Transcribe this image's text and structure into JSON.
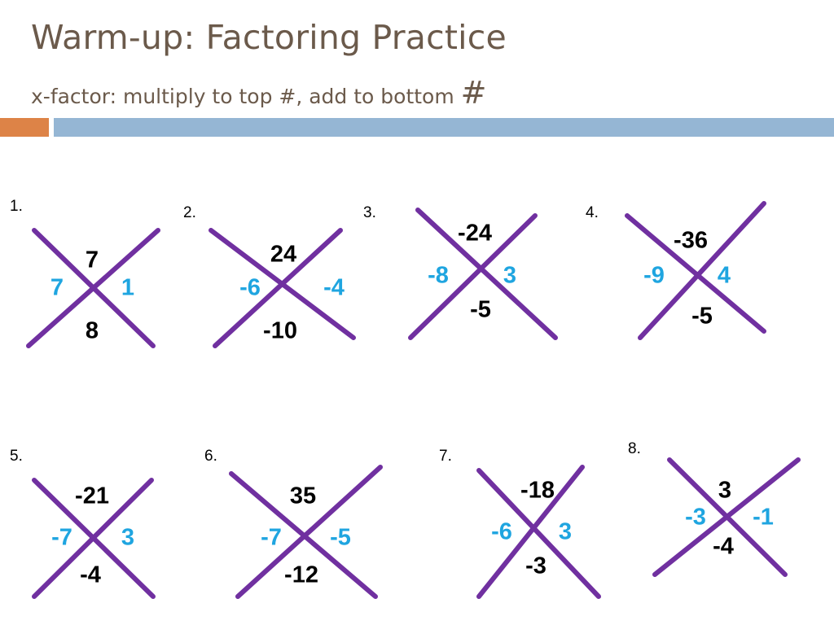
{
  "title": "Warm-up: Factoring Practice",
  "subtitle_text": "x-factor: multiply to top #, add to bottom ",
  "subtitle_hash": "#",
  "colors": {
    "title": "#6b5a4b",
    "accent_orange": "#dd8347",
    "accent_blue": "#95b6d4",
    "x_lines": "#7030a0",
    "top_bottom_numbers": "#000000",
    "side_numbers": "#1fa5e0"
  },
  "problems": [
    {
      "number": "1.",
      "top": "7",
      "bottom": "8",
      "left": "7",
      "right": "1"
    },
    {
      "number": "2.",
      "top": "24",
      "bottom": "-10",
      "left": "-6",
      "right": "-4"
    },
    {
      "number": "3.",
      "top": "-24",
      "bottom": "-5",
      "left": "-8",
      "right": "3"
    },
    {
      "number": "4.",
      "top": "-36",
      "bottom": "-5",
      "left": "-9",
      "right": "4"
    },
    {
      "number": "5.",
      "top": "-21",
      "bottom": "-4",
      "left": "-7",
      "right": "3"
    },
    {
      "number": "6.",
      "top": "35",
      "bottom": "-12",
      "left": "-7",
      "right": "-5"
    },
    {
      "number": "7.",
      "top": "-18",
      "bottom": "-3",
      "left": "-6",
      "right": "3"
    },
    {
      "number": "8.",
      "top": "3",
      "bottom": "-4",
      "left": "-3",
      "right": "-1"
    }
  ]
}
